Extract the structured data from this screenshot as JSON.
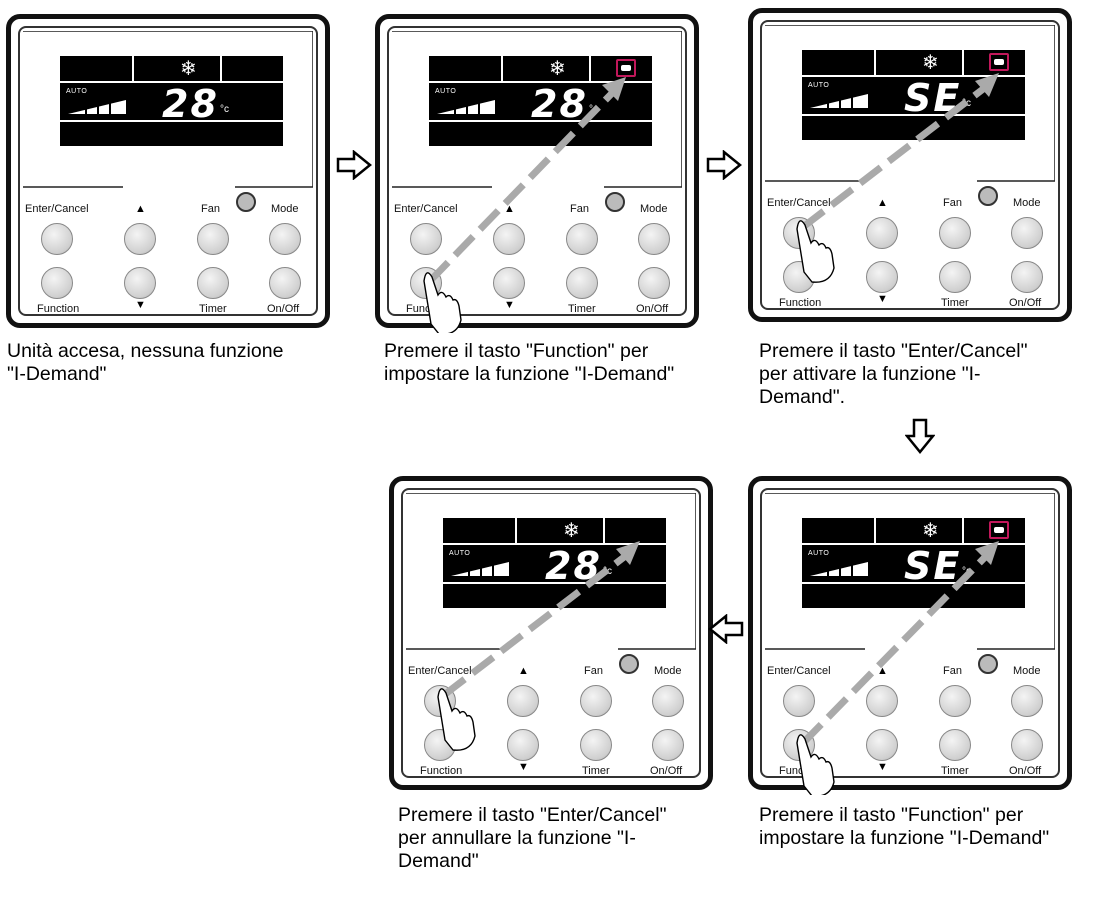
{
  "display": {
    "auto_label": "AUTO",
    "unit": "°c"
  },
  "buttons": {
    "enter_cancel": "Enter/Cancel",
    "up": "▲",
    "fan": "Fan",
    "mode": "Mode",
    "function": "Function",
    "down": "▼",
    "timer": "Timer",
    "onoff": "On/Off"
  },
  "steps": [
    {
      "temp": "28",
      "idemand_icon": false,
      "gesture": "none",
      "caption": "Unità accesa, nessuna funzione \"I-Demand\""
    },
    {
      "temp": "28",
      "idemand_icon": true,
      "gesture": "function",
      "caption": "Premere il tasto \"Function\" per impostare la funzione \"I-Demand\""
    },
    {
      "temp": "SE",
      "idemand_icon": true,
      "gesture": "enter",
      "caption": "Premere il tasto \"Enter/Cancel\" per attivare la funzione \"I-Demand\"."
    },
    {
      "temp": "SE",
      "idemand_icon": true,
      "gesture": "function",
      "caption": "Premere il tasto \"Function\" per impostare la funzione \"I-Demand\""
    },
    {
      "temp": "28",
      "idemand_icon": false,
      "gesture": "enter",
      "caption": "Premere il tasto \"Enter/Cancel\" per annullare la funzione \"I-Demand\""
    }
  ]
}
